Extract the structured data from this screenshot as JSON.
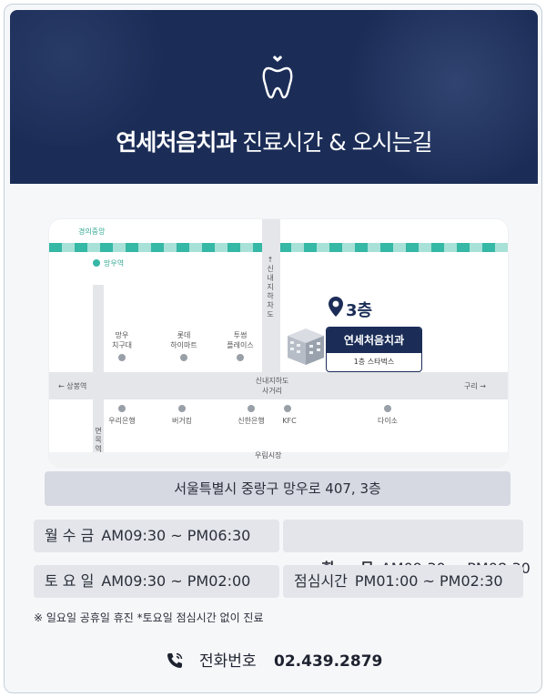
{
  "header": {
    "clinic_name": "연세처음치과",
    "subtitle": "진료시간 & 오시는길",
    "icon": "tooth-heart-icon"
  },
  "map": {
    "rail_label": "경의중앙",
    "station": "망우역",
    "vertical_road": "↑신내지하차도",
    "floor": "3층",
    "clinic_name": "연세처음치과",
    "clinic_sub": "1층 스타벅스",
    "poi_top": [
      "망우\n치구대",
      "롯데\n하이마트",
      "투썸\n플레이스"
    ],
    "left_road": "← 상봉역",
    "right_road": "구리 →",
    "intersection": "신내지하도\n사거리",
    "poi_bottom": [
      "우리은행",
      "버거킹",
      "신한은행",
      "KFC",
      "다이소"
    ],
    "left_vertical": "면목역",
    "market": "우림시장"
  },
  "address": "서울특별시 중랑구 망우로 407, 3층",
  "hours": [
    {
      "day": "월 수 금",
      "time": "AM09:30 ~ PM06:30"
    },
    {
      "day": "화     목",
      "time": "AM09:30 ~ PM08:30"
    },
    {
      "day": "토 요 일",
      "time": "AM09:30 ~ PM02:00"
    },
    {
      "day": "점심시간",
      "time": "PM01:00 ~ PM02:30"
    }
  ],
  "note": "※ 일요일 공휴일 휴진 *토요일 점심시간 없이 진료",
  "phone": {
    "label": "전화번호",
    "number": "02.439.2879",
    "icon": "phone-icon"
  },
  "colors": {
    "navy": "#1b2d57",
    "rail": "#35b8a5"
  }
}
